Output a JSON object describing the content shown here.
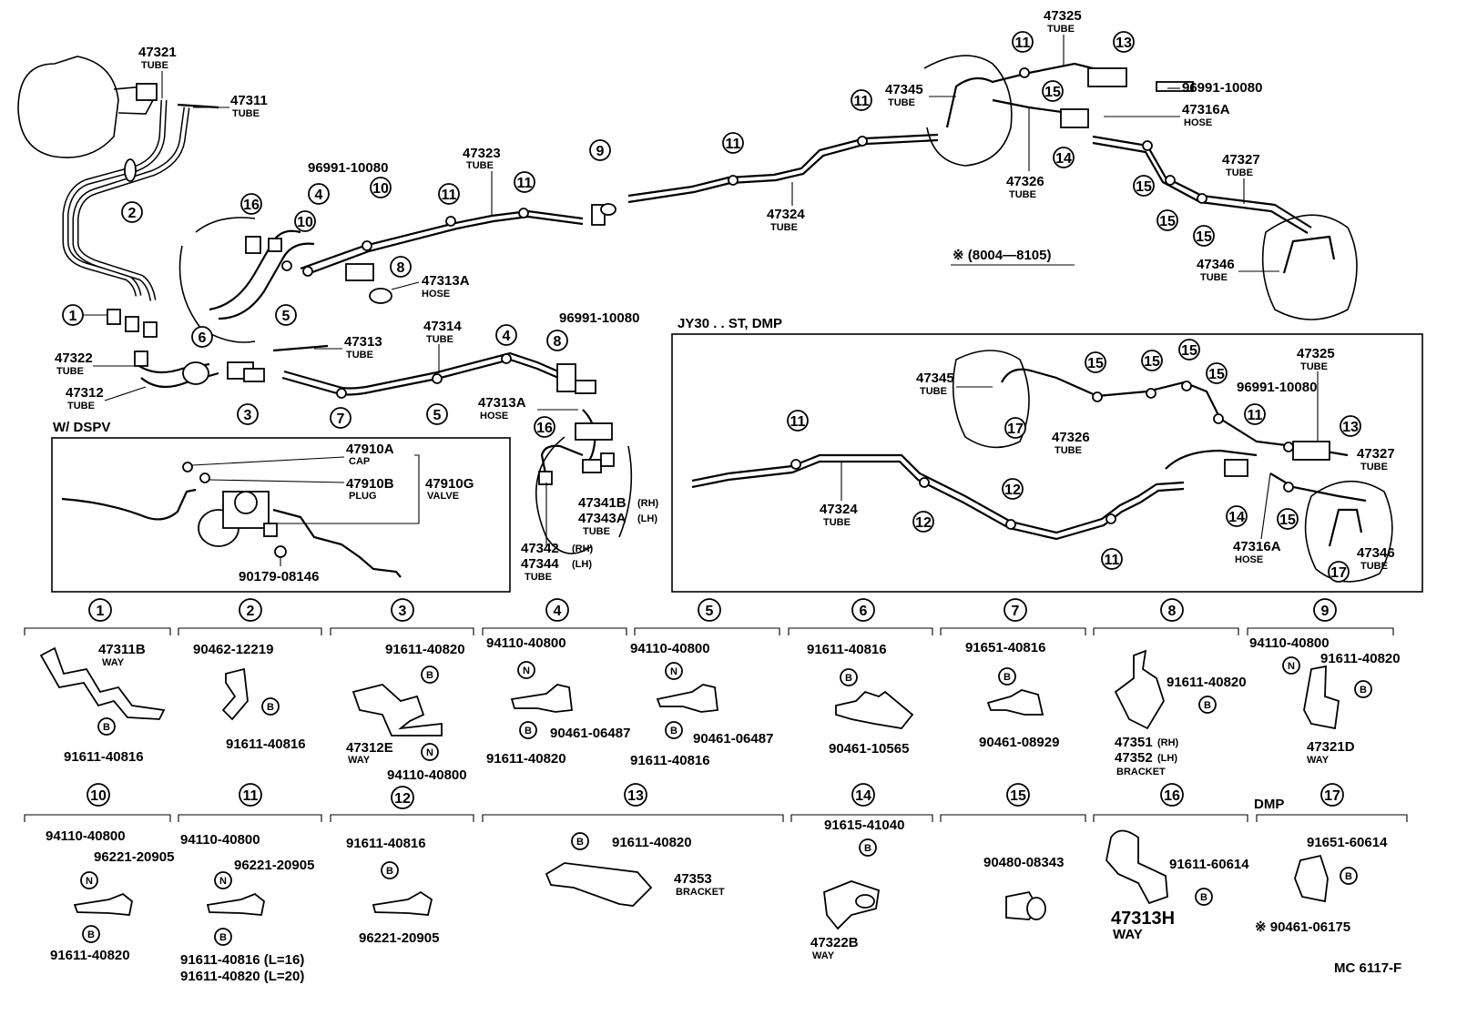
{
  "main_labels": {
    "p47321": "47321",
    "p47321_sub": "TUBE",
    "p47311": "47311",
    "p47311_sub": "TUBE",
    "p47323": "47323",
    "p47323_sub": "TUBE",
    "p96991_a": "96991-10080",
    "p47313A": "47313A",
    "p47313A_sub": "HOSE",
    "p47313": "47313",
    "p47313_sub": "TUBE",
    "p47322": "47322",
    "p47322_sub": "TUBE",
    "p47312": "47312",
    "p47312_sub": "TUBE",
    "p47314": "47314",
    "p47314_sub": "TUBE",
    "p96991_b": "96991-10080",
    "p47313A_b": "47313A",
    "p47313A_b_sub": "HOSE",
    "p47341B": "47341B",
    "p47341B_sfx": "(RH)",
    "p47343A": "47343A",
    "p47343A_sfx": "(LH)",
    "p47343A_sub": "TUBE",
    "p47342": "47342",
    "p47342_sfx": "(RH)",
    "p47344": "47344",
    "p47344_sfx": "(LH)",
    "p47344_sub": "TUBE",
    "p47324": "47324",
    "p47324_sub": "TUBE",
    "p47325": "47325",
    "p47325_sub": "TUBE",
    "p47345": "47345",
    "p47345_sub": "TUBE",
    "p96991_c": "96991-10080",
    "p47316A": "47316A",
    "p47316A_sub": "HOSE",
    "p47326": "47326",
    "p47326_sub": "TUBE",
    "p47327": "47327",
    "p47327_sub": "TUBE",
    "p47346": "47346",
    "p47346_sub": "TUBE",
    "note_range": "※ (8004—8105)"
  },
  "dspv_box": {
    "title": "W/ DSPV",
    "p47910A": "47910A",
    "p47910A_sub": "CAP",
    "p47910B": "47910B",
    "p47910B_sub": "PLUG",
    "p47910G": "47910G",
    "p47910G_sub": "VALVE",
    "p90179": "90179-08146"
  },
  "jy30_box": {
    "title": "JY30 . . ST, DMP",
    "p47345": "47345",
    "p47345_sub": "TUBE",
    "p47326": "47326",
    "p47326_sub": "TUBE",
    "p96991": "96991-10080",
    "p47325": "47325",
    "p47325_sub": "TUBE",
    "p47327": "47327",
    "p47327_sub": "TUBE",
    "p47324": "47324",
    "p47324_sub": "TUBE",
    "p47316A": "47316A",
    "p47316A_sub": "HOSE",
    "p47346": "47346",
    "p47346_sub": "TUBE"
  },
  "detail_panels": {
    "d1": {
      "num": "1",
      "a": "47311B",
      "a_sub": "WAY",
      "b": "91611-40816"
    },
    "d2": {
      "num": "2",
      "a": "90462-12219",
      "b": "91611-40816"
    },
    "d3": {
      "num": "3",
      "a": "91611-40820",
      "b": "47312E",
      "b_sub": "WAY",
      "c": "94110-40800"
    },
    "d4": {
      "num": "4",
      "a": "94110-40800",
      "b": "90461-06487",
      "c": "91611-40820"
    },
    "d5": {
      "num": "5",
      "a": "94110-40800",
      "b": "90461-06487",
      "c": "91611-40816"
    },
    "d6": {
      "num": "6",
      "a": "91611-40816",
      "b": "90461-10565"
    },
    "d7": {
      "num": "7",
      "a": "91651-40816",
      "b": "90461-08929"
    },
    "d8": {
      "num": "8",
      "a": "91611-40820",
      "b": "47351",
      "b_sfx": "(RH)",
      "c": "47352",
      "c_sfx": "(LH)",
      "c_sub": "BRACKET"
    },
    "d9": {
      "num": "9",
      "a": "94110-40800",
      "b": "91611-40820",
      "c": "47321D",
      "c_sub": "WAY"
    },
    "d10": {
      "num": "10",
      "a": "94110-40800",
      "b": "96221-20905",
      "c": "91611-40820"
    },
    "d11": {
      "num": "11",
      "a": "94110-40800",
      "b": "96221-20905",
      "c": "91611-40816 (L=16)",
      "d": "91611-40820 (L=20)"
    },
    "d12": {
      "num": "12",
      "a": "91611-40816",
      "b": "96221-20905"
    },
    "d13": {
      "num": "13",
      "a": "91611-40820",
      "b": "47353",
      "b_sub": "BRACKET"
    },
    "d14": {
      "num": "14",
      "a": "91615-41040",
      "b": "47322B",
      "b_sub": "WAY"
    },
    "d15": {
      "num": "15",
      "a": "90480-08343"
    },
    "d16": {
      "num": "16",
      "a": "91611-60614",
      "b": "47313H",
      "b_sub": "WAY"
    },
    "d17": {
      "num": "17",
      "a": "91651-60614",
      "b": "※ 90461-06175",
      "dmp": "DMP"
    }
  },
  "markers": {
    "B": "B",
    "N": "N"
  },
  "callouts": [
    "1",
    "2",
    "3",
    "4",
    "5",
    "6",
    "7",
    "8",
    "9",
    "10",
    "11",
    "12",
    "13",
    "14",
    "15",
    "16",
    "17"
  ],
  "footer": {
    "code": "MC 6117-F"
  }
}
